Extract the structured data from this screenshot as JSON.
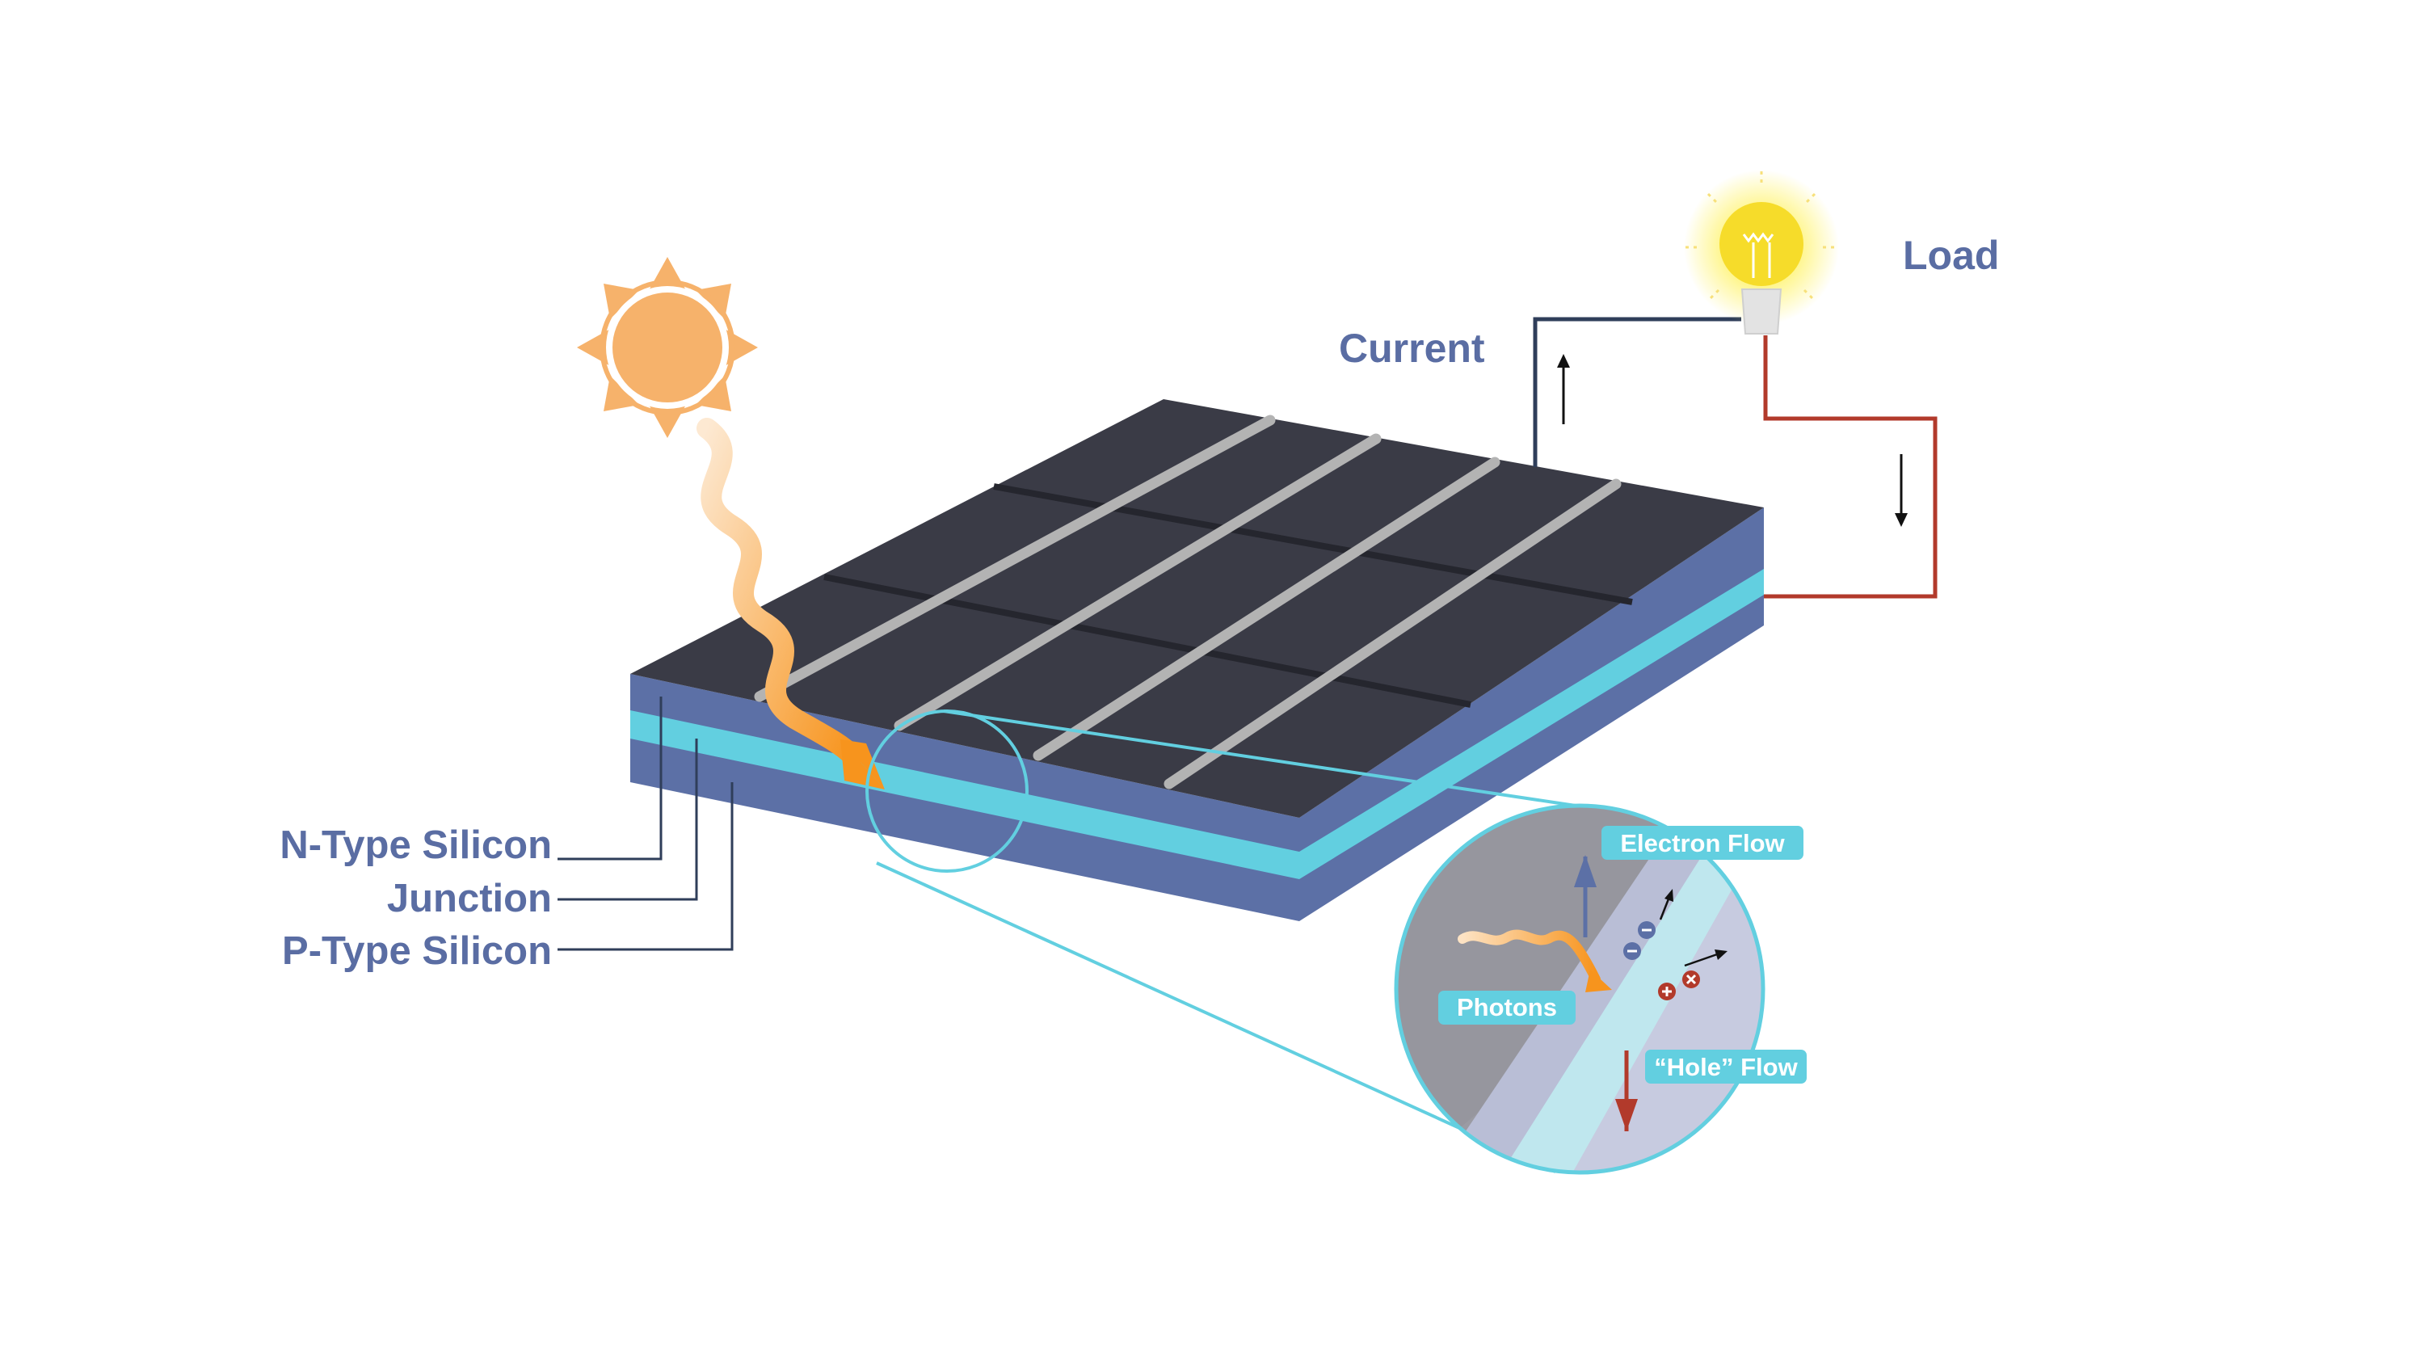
{
  "labels": {
    "current": "Current",
    "load": "Load",
    "n_type": "N-Type Silicon",
    "junction": "Junction",
    "p_type": "P-Type Silicon",
    "electron_flow": "Electron Flow",
    "photons": "Photons",
    "hole_flow": "“Hole” Flow"
  },
  "colors": {
    "panel_top": "#3a3b46",
    "n_type": "#5c70a6",
    "junction": "#62cfe0",
    "p_type": "#5c70a6",
    "busbar": "#b3b3b3",
    "sun": "#f6b26b",
    "photon": "#f7941d",
    "wire_negative": "#2f3e5a",
    "wire_positive": "#b23a2b",
    "label_text": "#5a6da3",
    "callout": "#62cfe0"
  }
}
